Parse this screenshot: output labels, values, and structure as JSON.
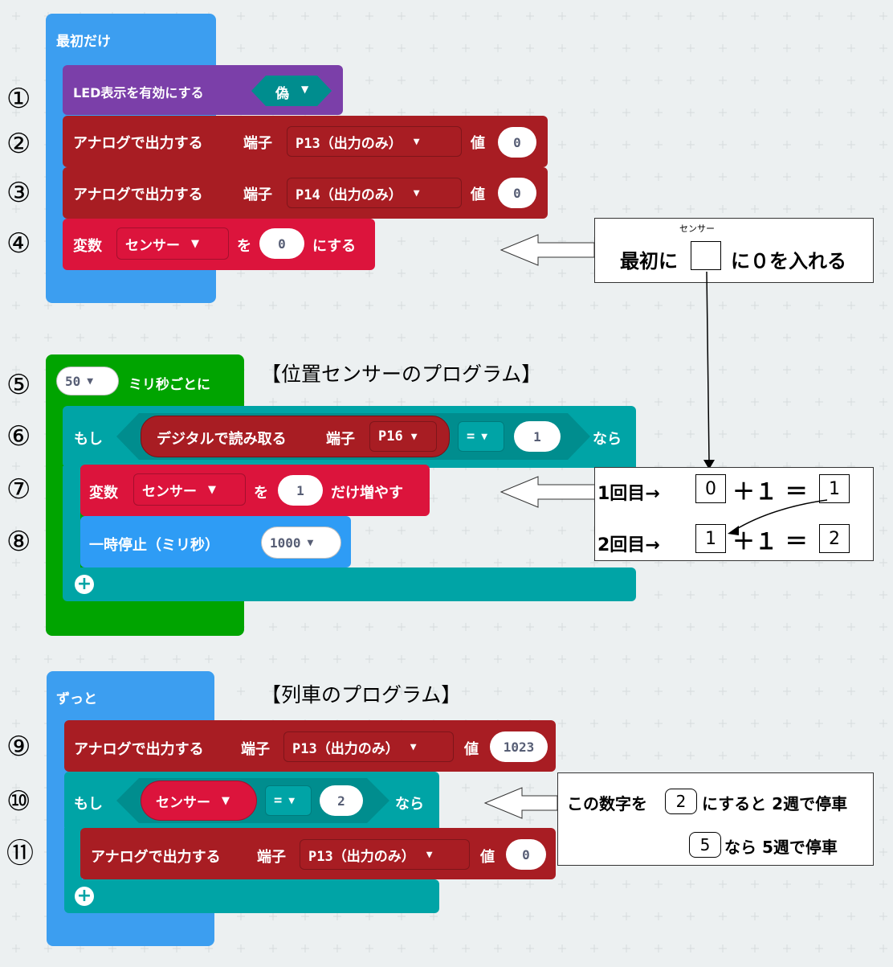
{
  "program1": {
    "hat": "最初だけ",
    "led_label": "LED表示を有効にする",
    "led_value": "偽",
    "analog1_label": "アナログで出力する",
    "pin_label": "端子",
    "pin1": "P13（出力のみ）",
    "value_label": "値",
    "value1": "0",
    "pin2": "P14（出力のみ）",
    "value2": "0",
    "var_label": "変数",
    "var_name": "センサー",
    "wo": "を",
    "var_value": "0",
    "suru": "にする"
  },
  "program2": {
    "heading": "【位置センサーのプログラム】",
    "interval": "50",
    "interval_label": "ミリ秒ごとに",
    "if_label": "もし",
    "digital_label": "デジタルで読み取る",
    "pin_label": "端子",
    "pin": "P16",
    "op": "=",
    "compare": "1",
    "then": "なら",
    "var_label": "変数",
    "var_name": "センサー",
    "wo": "を",
    "inc": "1",
    "inc_label": "だけ増やす",
    "pause_label": "一時停止（ミリ秒）",
    "pause_value": "1000"
  },
  "program3": {
    "heading": "【列車のプログラム】",
    "hat": "ずっと",
    "analog_label": "アナログで出力する",
    "pin_label": "端子",
    "pin": "P13（出力のみ）",
    "value_label": "値",
    "value1": "1023",
    "if_label": "もし",
    "var_name": "センサー",
    "op": "=",
    "compare": "2",
    "then": "なら",
    "value2": "0"
  },
  "circled_numbers": [
    "①",
    "②",
    "③",
    "④",
    "⑤",
    "⑥",
    "⑦",
    "⑧",
    "⑨",
    "⑩",
    "⑪"
  ],
  "note1": {
    "ruby": "センサー",
    "prefix": "最初に",
    "suffix": "に０を入れる"
  },
  "note2": {
    "row1_label": "1回目→",
    "row1_a": "0",
    "row1_plus": "＋１ ＝",
    "row1_b": "1",
    "row2_label": "2回目→",
    "row2_a": "1",
    "row2_plus": "＋１ ＝",
    "row2_b": "2"
  },
  "note3": {
    "line1_prefix": "この数字を",
    "line1_box": "2",
    "line1_suffix": "にすると 2週で停車",
    "line2_box": "5",
    "line2_suffix": "なら  5週で停車"
  },
  "colors": {
    "background": "#ecf0f1",
    "basic_blue": "#3c9ef0",
    "loop_green": "#00a400",
    "logic_teal": "#00a4a6",
    "pins_darkred": "#a81d23",
    "variables_red": "#dc143c",
    "led_purple": "#7b3fa9"
  }
}
